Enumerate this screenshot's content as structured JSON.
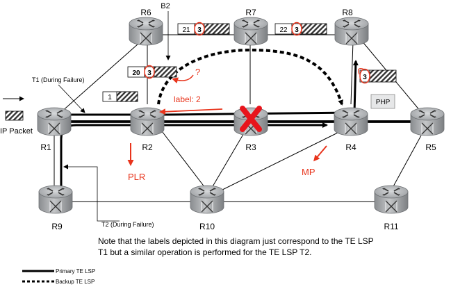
{
  "routers": {
    "r1": "R1",
    "r2": "R2",
    "r3": "R3",
    "r4": "R4",
    "r5": "R5",
    "r6": "R6",
    "r7": "R7",
    "r8": "R8",
    "r9": "R9",
    "r10": "R10",
    "r11": "R11"
  },
  "labels": {
    "b2": "B2",
    "t1_during_failure": "T1 (During Failure)",
    "t2_during_failure": "T2 (During Failure)",
    "ip_packet": "IP Packet",
    "php": "PHP",
    "plr": "PLR",
    "mp": "MP",
    "label_2": "label: 2",
    "question": "?"
  },
  "packets": {
    "r1_out": "1",
    "r2_stack_outer": "20",
    "r2_stack_inner": "3",
    "r6_r7_outer": "21",
    "r6_r7_inner": "3",
    "r7_r8_outer": "22",
    "r7_r8_inner": "3",
    "r8_r4": "3"
  },
  "note": {
    "line1": "Note that the labels depicted in this diagram just correspond to the TE LSP",
    "line2": "T1 but a similar operation is performed for the TE LSP T2."
  },
  "legend": {
    "primary": "Primary TE LSP",
    "backup": "Backup TE LSP"
  },
  "colors": {
    "annotation": "#e8341c",
    "router_body": "#a9acaf",
    "line": "#000000"
  }
}
